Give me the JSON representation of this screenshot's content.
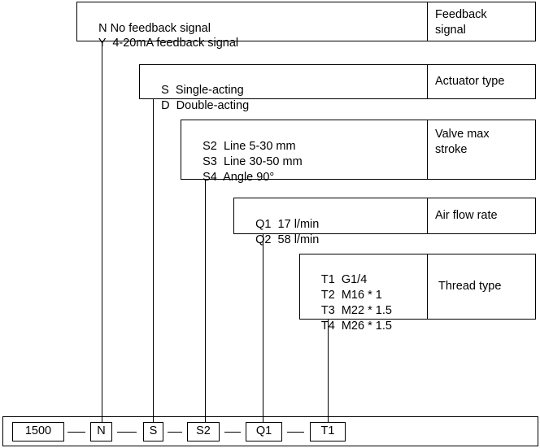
{
  "groups": [
    {
      "label_lines": [
        "Feedback",
        "signal"
      ],
      "options": [
        {
          "code": "N",
          "text": "No feedback signal"
        },
        {
          "code": "Y",
          "text": "4-20mA feedback signal"
        }
      ]
    },
    {
      "label_lines": [
        "Actuator type"
      ],
      "options": [
        {
          "code": "S",
          "text": "Single-acting"
        },
        {
          "code": "D",
          "text": "Double-acting"
        }
      ]
    },
    {
      "label_lines": [
        "Valve max",
        "stroke"
      ],
      "options": [
        {
          "code": "S2",
          "text": "Line 5-30 mm"
        },
        {
          "code": "S3",
          "text": "Line 30-50 mm"
        },
        {
          "code": "S4",
          "text": "Angle 90°"
        }
      ]
    },
    {
      "label_lines": [
        "Air flow rate"
      ],
      "options": [
        {
          "code": "Q1",
          "text": "17 l/min"
        },
        {
          "code": "Q2",
          "text": "58 l/min"
        }
      ]
    },
    {
      "label_lines": [
        "Thread type"
      ],
      "options": [
        {
          "code": "T1",
          "text": "G1/4"
        },
        {
          "code": "T2",
          "text": "M16 * 1"
        },
        {
          "code": "T3",
          "text": "M22 * 1.5"
        },
        {
          "code": "T4",
          "text": "M26 * 1.5"
        }
      ]
    }
  ],
  "model_code": [
    "1500",
    "N",
    "S",
    "S2",
    "Q1",
    "T1"
  ]
}
